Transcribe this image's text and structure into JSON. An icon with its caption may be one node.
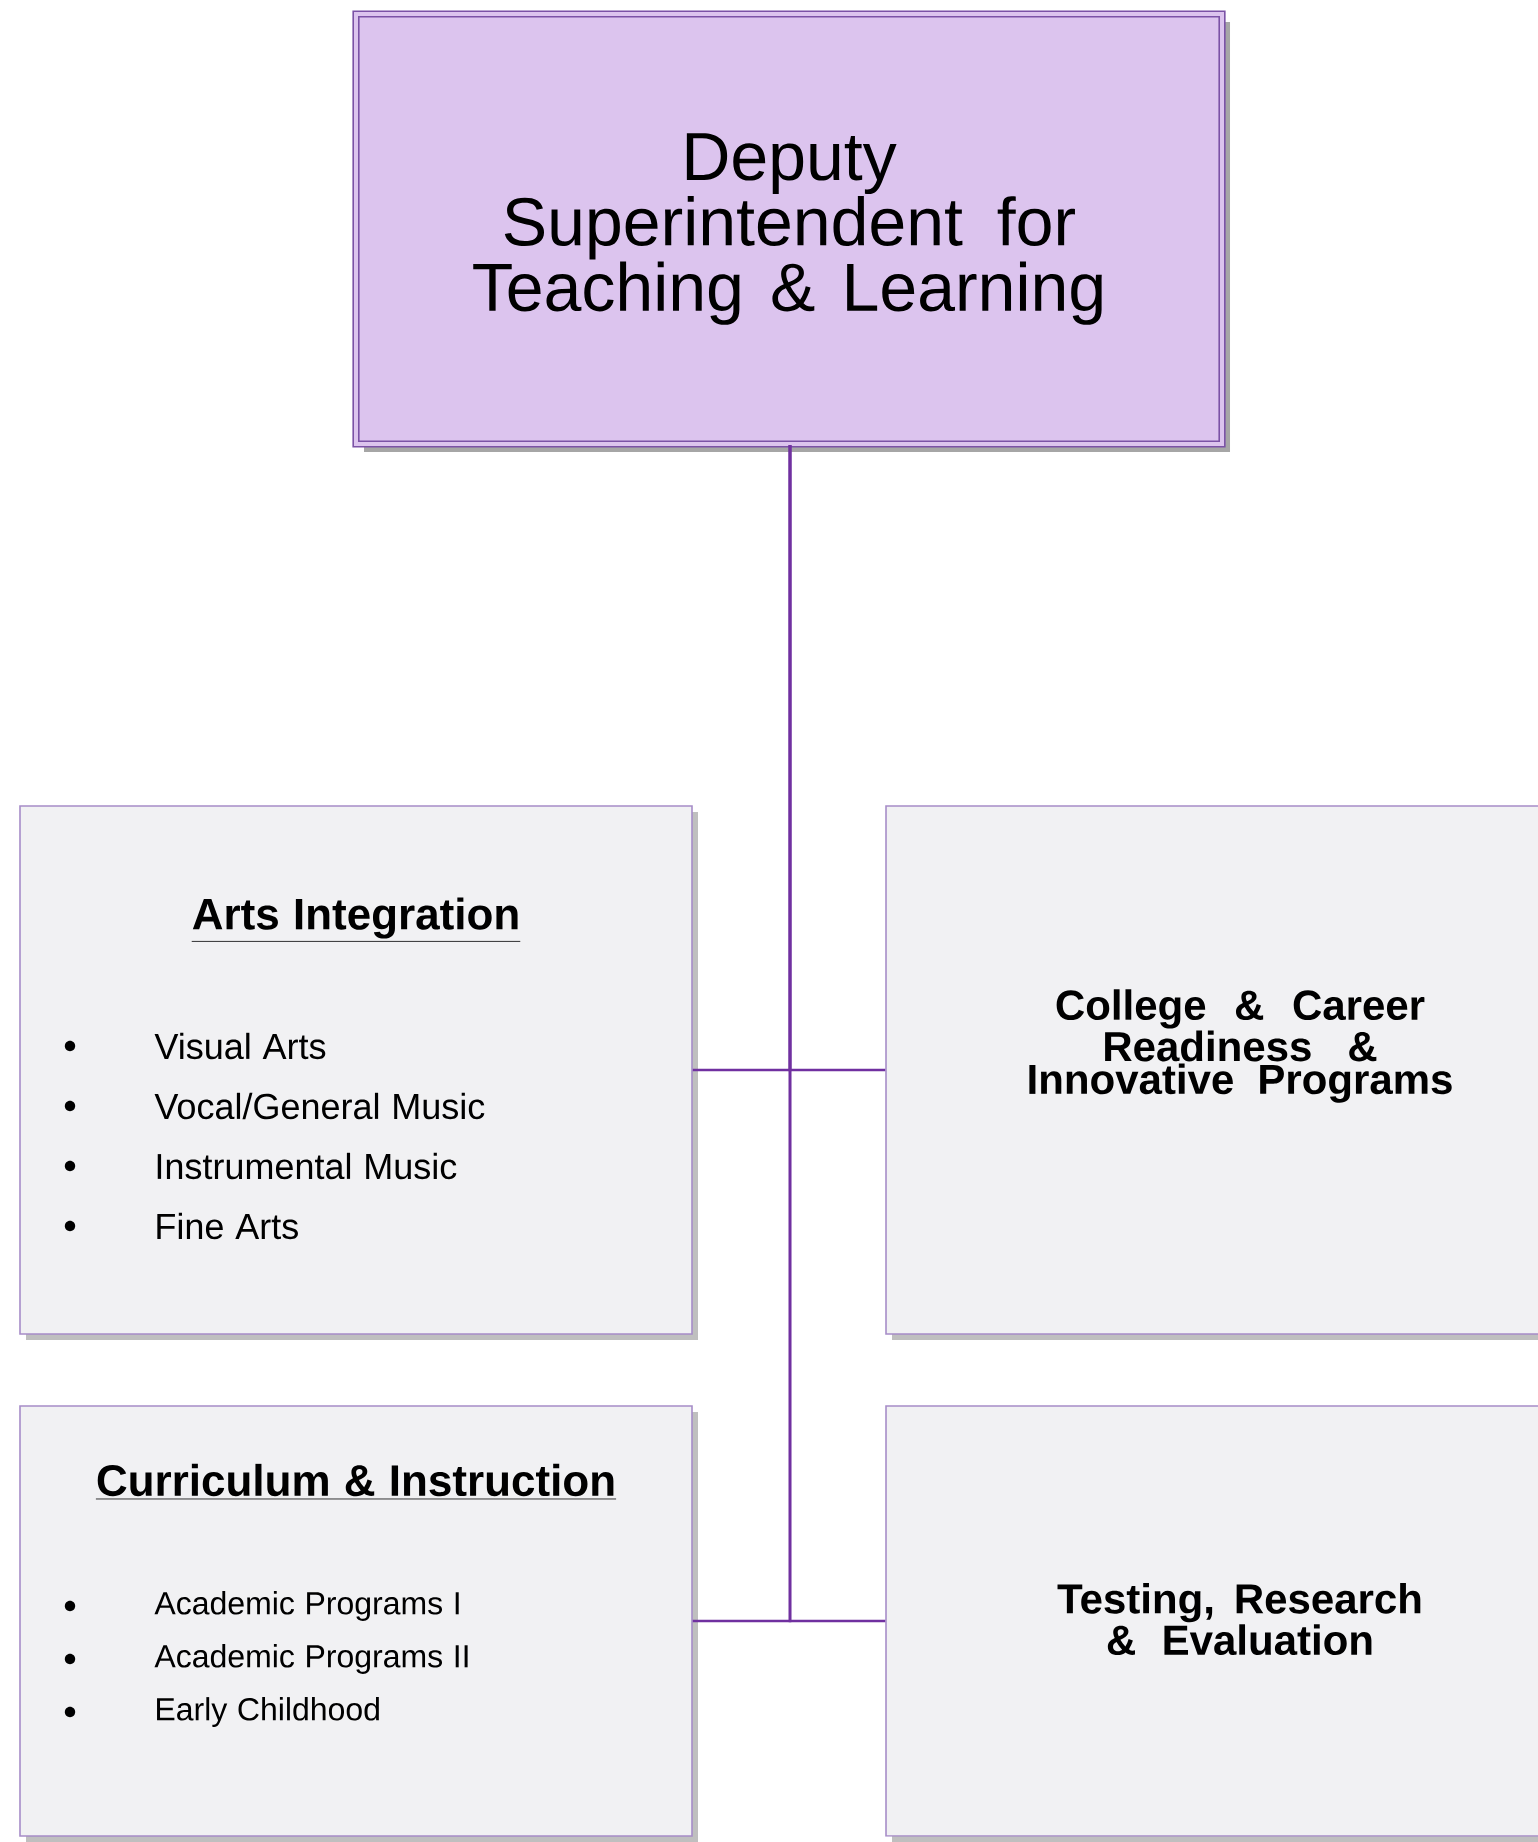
{
  "diagram": {
    "nodes": [
      {
        "text": [
          "Deputy Superintendent for Teaching & Learning"
        ]
      },
      {
        "text": [
          "Arts Integration",
          "Visual Arts",
          "Vocal/General Music",
          "Instrumental Music",
          "Fine Arts"
        ]
      },
      {
        "text": [
          "College & Career Readiness & Innovative Programs"
        ]
      },
      {
        "text": [
          "Curriculum & Instruction",
          "Academic Programs I",
          "Academic Programs II",
          "Early Childhood"
        ]
      },
      {
        "text": [
          "Testing, Research & Evaluation"
        ]
      }
    ],
    "edges": [
      {
        "from": 0,
        "to": 1,
        "arrow": "none"
      },
      {
        "from": 0,
        "to": 2,
        "arrow": "none"
      },
      {
        "from": 0,
        "to": 3,
        "arrow": "none"
      },
      {
        "from": 0,
        "to": 4,
        "arrow": "none"
      }
    ]
  }
}
